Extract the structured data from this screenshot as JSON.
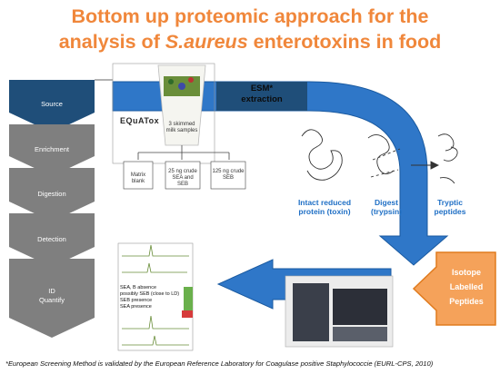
{
  "title": {
    "line1": "Bottom up proteomic approach for the",
    "line2_pre": "analysis of ",
    "line2_italic": "S.aureus",
    "line2_post": " enterotoxins in food"
  },
  "workflow_steps": [
    {
      "label": "Source",
      "active": true
    },
    {
      "label": "Enrichment",
      "active": false
    },
    {
      "label": "Digestion",
      "active": false
    },
    {
      "label": "Detection",
      "active": false
    },
    {
      "label": "ID\nQuantify",
      "active": false
    }
  ],
  "esm_label": "ESM*\nextraction",
  "logo_text": "EQuATox",
  "milk_label": "3 skimmed\nmilk samples",
  "samples": [
    "Matrix blank",
    "25 ng crude\nSEA and SEB",
    "125 ng crude\nSEB"
  ],
  "protein_labels": [
    "Intact reduced\nprotein (toxin)",
    "Digest\n(trypsin)",
    "Tryptic\npeptides"
  ],
  "isotope_label": "Isotope\nLabelled\nPeptides",
  "results_text": [
    "SEA, B absence",
    "possibly SEB (close to LD)",
    "SEB presence",
    "SEA presence"
  ],
  "footnote": "*European Screening Method is validated by  the European Reference Laboratory  for Coagulase positive Staphylococcie (EURL-CPS, 2010)",
  "colors": {
    "title": "#f0873b",
    "active_step": "#1f4e79",
    "step": "#7f7f7f",
    "arrow": "#1f6fc5",
    "isotope": "#f5a25a",
    "protein_text": "#1f6fc5"
  }
}
